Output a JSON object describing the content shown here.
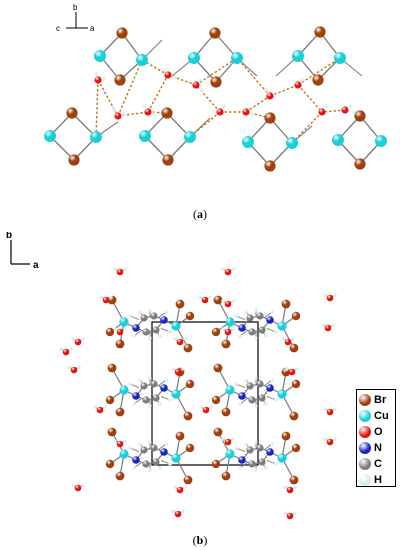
{
  "panel_a": {
    "axes": {
      "b": "b",
      "c": "c",
      "a": "a"
    },
    "caption_open": "(",
    "caption_letter": "a",
    "caption_close": ")"
  },
  "panel_b": {
    "axes": {
      "b": "b",
      "a": "a"
    },
    "caption_open": "(",
    "caption_letter": "b",
    "caption_close": ")"
  },
  "legend": [
    {
      "label": "Br",
      "color": "#a0400e"
    },
    {
      "label": "Cu",
      "color": "#19d0d8"
    },
    {
      "label": "O",
      "color": "#e8140c"
    },
    {
      "label": "N",
      "color": "#1a22c8"
    },
    {
      "label": "C",
      "color": "#7d7d7d"
    },
    {
      "label": "H",
      "color": "#cfeff0"
    }
  ],
  "colors": {
    "bond": "#7a7a7a",
    "hbond": "#c8741c",
    "cell": "#000000"
  }
}
